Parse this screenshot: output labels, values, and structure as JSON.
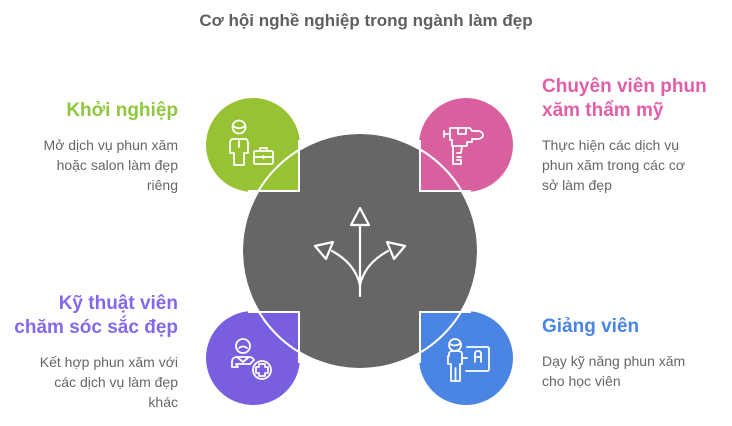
{
  "title": "Cơ hội nghề nghiệp trong ngành làm đẹp",
  "colors": {
    "center": "#666666",
    "green": "#97c234",
    "pink": "#d9609f",
    "purple": "#7a5ee0",
    "blue": "#4a85e4",
    "green_text": "#8fc73e",
    "pink_text": "#e05fa8",
    "purple_text": "#8469ea",
    "blue_text": "#4a85e4"
  },
  "center": {
    "icon": "diverging-arrows-icon"
  },
  "items": [
    {
      "id": "khoi-nghiep",
      "title_lines": [
        "Khởi nghiệp"
      ],
      "desc_lines": [
        "Mở dịch vụ phun xăm",
        "hoặc salon làm đẹp",
        "riêng"
      ],
      "icon": "businessman-briefcase-icon"
    },
    {
      "id": "chuyen-vien",
      "title_lines": [
        "Chuyên viên phun",
        "xăm thẩm mỹ"
      ],
      "desc_lines": [
        "Thực hiện các dịch vụ",
        "phun xăm trong các cơ",
        "sở làm đẹp"
      ],
      "icon": "tattoo-machine-icon"
    },
    {
      "id": "ky-thuat-vien",
      "title_lines": [
        "Kỹ thuật viên",
        "chăm sóc sắc đẹp"
      ],
      "desc_lines": [
        "Kết hợp phun xăm với",
        "các dịch vụ làm đẹp",
        "khác"
      ],
      "icon": "person-plus-icon"
    },
    {
      "id": "giang-vien",
      "title_lines": [
        "Giảng viên"
      ],
      "desc_lines": [
        "Dạy kỹ năng phun xăm",
        "cho học viên"
      ],
      "icon": "teacher-board-icon"
    }
  ]
}
